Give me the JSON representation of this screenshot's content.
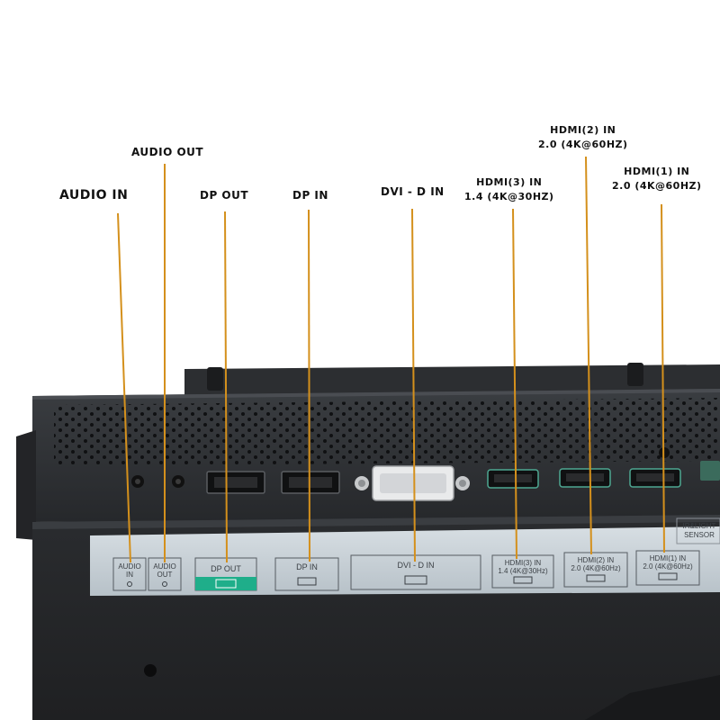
{
  "callouts": {
    "audio_in": "AUDIO IN",
    "audio_out": "AUDIO OUT",
    "dp_out": "DP OUT",
    "dp_in": "DP IN",
    "dvi_in": "DVI - D IN",
    "hdmi3_l1": "HDMI(3) IN",
    "hdmi3_l2": "1.4 (4K@30HZ)",
    "hdmi2_l1": "HDMI(2) IN",
    "hdmi2_l2": "2.0 (4K@60HZ)",
    "hdmi1_l1": "HDMI(1) IN",
    "hdmi1_l2": "2.0 (4K@60HZ)"
  },
  "panel_labels": {
    "audio_in_l1": "AUDIO",
    "audio_in_l2": "IN",
    "audio_out_l1": "AUDIO",
    "audio_out_l2": "OUT",
    "dp_out": "DP OUT",
    "dp_in": "DP IN",
    "dvi_in": "DVI - D  IN",
    "hdmi3_l1": "HDMI(3) IN",
    "hdmi3_l2": "1.4 (4K@30Hz)",
    "hdmi2_l1": "HDMI(2) IN",
    "hdmi2_l2": "2.0 (4K@60Hz)",
    "hdmi1_l1": "HDMI(1) IN",
    "hdmi1_l2": "2.0 (4K@60Hz)",
    "ir_l1": "IR&LIGHT",
    "ir_l2": "SENSOR"
  },
  "colors": {
    "leader_line": "#d4901c",
    "chassis": "#2b2d30",
    "label_strip": "#c9d2d8",
    "dp_out_accent": "#1fae8a"
  }
}
